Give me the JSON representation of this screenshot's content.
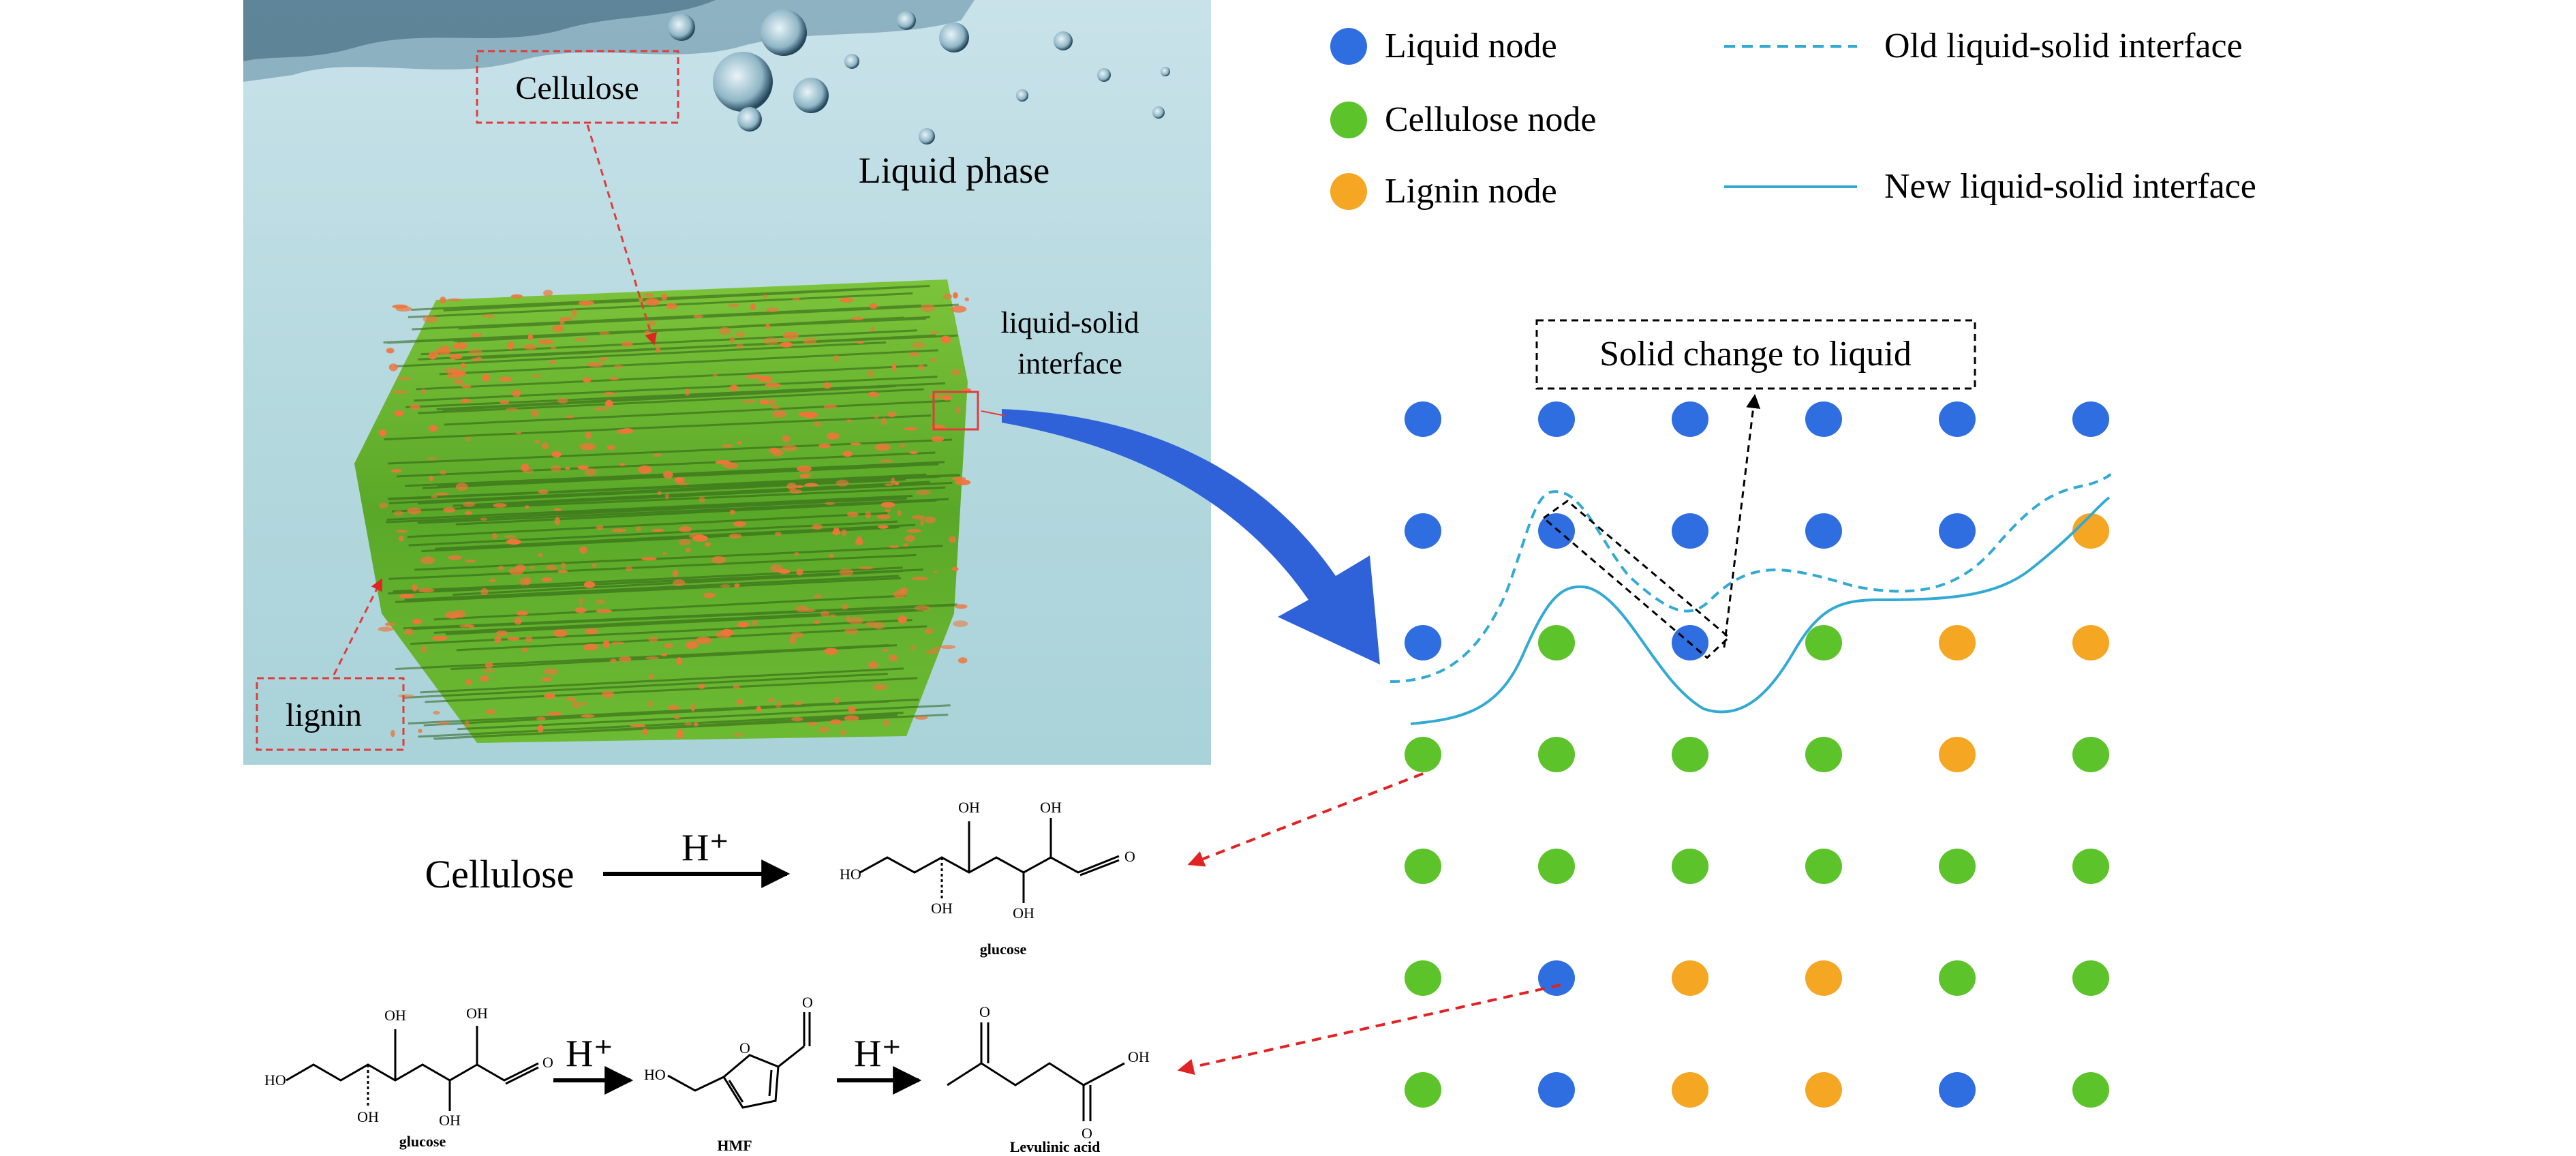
{
  "colors": {
    "liquid_node": "#2f6ee0",
    "cellulose_node": "#5cc32a",
    "lignin_node": "#f5a623",
    "interface_line": "#33aad4",
    "red_arrow": "#e02424",
    "big_arrow": "#2f62d8"
  },
  "photo": {
    "cellulose_label": "Cellulose",
    "liquid_phase_label": "Liquid phase",
    "interface_label_line1": "liquid-solid",
    "interface_label_line2": "interface",
    "lignin_label": "lignin"
  },
  "legend": {
    "liquid_node": "Liquid node",
    "cellulose_node": "Cellulose node",
    "lignin_node": "Lignin node",
    "old_interface": "Old liquid-solid  interface",
    "new_interface": "New liquid-solid  interface"
  },
  "grid": {
    "callout": "Solid  change to liquid",
    "rows": [
      [
        "liquid",
        "liquid",
        "liquid",
        "liquid",
        "liquid",
        "liquid"
      ],
      [
        "liquid",
        "liquid",
        "liquid",
        "liquid",
        "liquid",
        "lignin"
      ],
      [
        "liquid",
        "cellulose",
        "liquid",
        "cellulose",
        "lignin",
        "lignin"
      ],
      [
        "cellulose",
        "cellulose",
        "cellulose",
        "cellulose",
        "lignin",
        "cellulose"
      ],
      [
        "cellulose",
        "cellulose",
        "cellulose",
        "cellulose",
        "cellulose",
        "cellulose"
      ],
      [
        "cellulose",
        "liquid",
        "lignin",
        "lignin",
        "cellulose",
        "cellulose"
      ],
      [
        "cellulose",
        "liquid",
        "lignin",
        "lignin",
        "liquid",
        "cellulose"
      ]
    ]
  },
  "reactions": {
    "cellulose_label": "Cellulose",
    "catalyst": "H⁺",
    "oh": "OH",
    "ho": "HO",
    "glucose": "glucose",
    "hmf": "HMF",
    "levulinic": "Levulinic acid"
  }
}
